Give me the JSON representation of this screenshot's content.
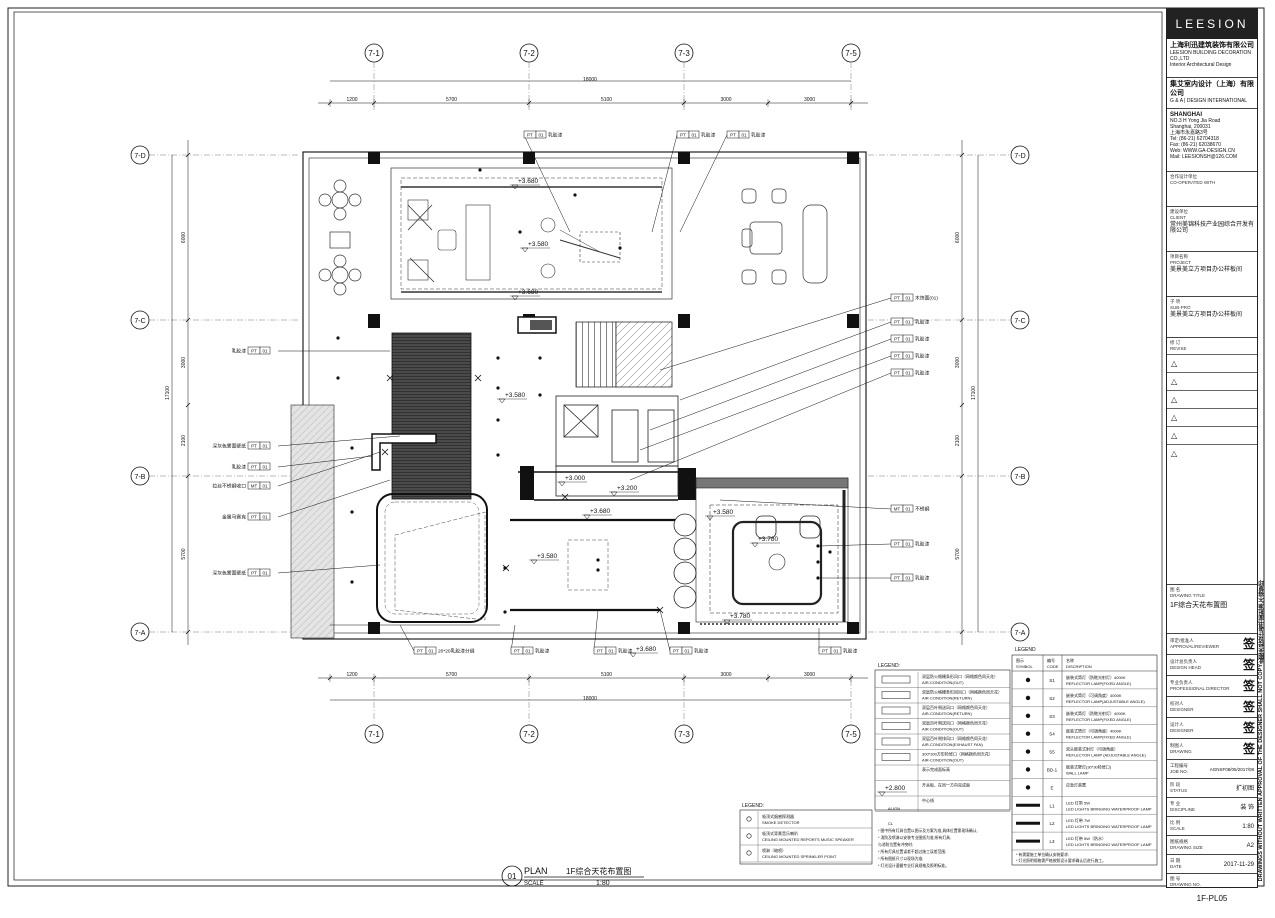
{
  "drawing": {
    "title_en": "PLAN",
    "title_cn": "1F综合天花布置图",
    "scale_label": "SCALE",
    "scale": "1:80",
    "number": "01"
  },
  "grid": {
    "columns": [
      "7-1",
      "7-2",
      "7-3",
      "7-5"
    ],
    "rows": [
      "7-D",
      "7-C",
      "7-B",
      "7-A"
    ],
    "top_dims": [
      "1200",
      "5700",
      "5100",
      "3000",
      "3000"
    ],
    "top_total": "18000",
    "left_dims": [
      "6000",
      "3000",
      "2100",
      "5700"
    ],
    "left_total": "17100"
  },
  "levels": [
    "+3.680",
    "+3.580",
    "+3.680",
    "+3.580",
    "+3.200",
    "+3.000",
    "+3.680",
    "+3.580",
    "+3.780",
    "+3.580",
    "+3.680",
    "+3.780",
    "+2.800"
  ],
  "tags": {
    "top": [
      "乳胶漆",
      "乳胶漆",
      "乳胶漆"
    ],
    "right": [
      "木饰面(01)",
      "乳胶漆",
      "乳胶漆",
      "乳胶漆",
      "乳胶漆",
      "不锈钢",
      "乳胶漆",
      "乳胶漆"
    ],
    "left": [
      "乳胶漆",
      "深灰色雾面壁纸",
      "乳胶漆",
      "拉丝不锈钢收口",
      "金属马赛克",
      "深灰色雾面壁纸"
    ],
    "bottom": [
      "20*20乳胶漆分缝",
      "乳胶漆",
      "乳胶漆",
      "乳胶漆",
      "乳胶漆"
    ],
    "code_pt": "PT",
    "code_mt": "MT",
    "code_no": "01"
  },
  "legend_left": {
    "title": "LEGEND:",
    "items": [
      {
        "cn": "双层防火格栅条形风口（网格颜色同天花）",
        "en": "AIR-CONDITION(OUT)"
      },
      {
        "cn": "双层防火格栅条形回风口（网格颜色同天花）",
        "en": "AIR-CONDITION(RETURN)"
      },
      {
        "cn": "双层百叶侧送风口（网格颜色同天花）",
        "en": "AIR-CONDITION(RETURN)"
      },
      {
        "cn": "双层百叶侧送风口（网格颜色同天花）",
        "en": "AIR-CONDITION(OUT)"
      },
      {
        "cn": "双层百叶侧排风口（网格颜色同天花）",
        "en": "AIR-CONDITION(EXHAUST FAN)"
      },
      {
        "cn": "300*300方形检修口（网格颜色同天花）",
        "en": "AIR-CONDITION(OUT)"
      },
      {
        "cn": "表示完成面标高",
        "en": ""
      },
      {
        "cn": "开关板、在同一方向完成面",
        "en": ""
      },
      {
        "cn": "中心线",
        "en": ""
      }
    ],
    "marks": [
      "+2.800",
      "ALIGN",
      "CL"
    ]
  },
  "legend_bottom": {
    "title": "LEGEND:",
    "items": [
      {
        "cn": "吸顶式烟感探测器",
        "en": "SMOKE DETECTOR"
      },
      {
        "cn": "吸顶式背景音乐喇叭",
        "en": "CEILING MOUNTED REPORTS MUSIC SPEAKER"
      },
      {
        "cn": "喷淋（暗喷）",
        "en": "CEILING MOUNTED SPRINKLER POINT"
      }
    ],
    "notes": [
      "* 图中所有灯具位置以图示及方案为准,具体位置需现场确认;",
      "* 消防及喷淋以安装专业图纸为准;所有灯具;",
      "  与消防位置有冲突时;",
      "* 所有灯具位置误差不超过施工误差范围;",
      "* 所有图纸尺寸以现场为准;",
      "* 灯光设计遵循专业灯具规格及照明标准。"
    ]
  },
  "legend_right": {
    "title": "LEGEND",
    "headers": [
      {
        "cn": "图示",
        "en": "SYMBOL"
      },
      {
        "cn": "编号",
        "en": "CODE"
      },
      {
        "cn": "名称",
        "en": "DISCRIPTION"
      }
    ],
    "rows": [
      {
        "code": "S1",
        "cn": "嵌装式筒灯（防眩光射灯）4000K",
        "en": "REFLECTOR LAMP(FIXED ANGLE)"
      },
      {
        "code": "S2",
        "cn": "嵌装式筒灯（可调角度）4000K",
        "en": "REFLECTOR LAMP(ADJUSTABLE ANGLE)"
      },
      {
        "code": "S3",
        "cn": "嵌装式筒灯（防眩光射灯）4000K",
        "en": "REFLECTOR LAMP(FIXED ANGLE)"
      },
      {
        "code": "S4",
        "cn": "嵌装式筒灯（可调角度）4000K",
        "en": "REFLECTOR LAMP(FIXED ANGLE)"
      },
      {
        "code": "S5",
        "cn": "双头嵌装式射灯（可调角度）",
        "en": "REFLECTOR LAMP (ADJUSTABLE ANGLE)"
      },
      {
        "code": "BD-1",
        "cn": "嵌装式壁灯(30*30检修口)",
        "en": "WALL LAMP"
      },
      {
        "code": "E",
        "cn": "应急灯装置",
        "en": ""
      },
      {
        "code": "L1",
        "cn": "LED 灯带 5W",
        "en": "LED LIGHTS BRINGING WATERPROOF LAMP"
      },
      {
        "code": "L2",
        "cn": "LED 灯带 7W",
        "en": "LED LIGHTS BRINGING WATERPROOF LAMP"
      },
      {
        "code": "L3",
        "cn": "LED 灯带 5W（防水）",
        "en": "LED LIGHTS BRINGING WATERPROOF LAMP"
      }
    ],
    "notes": [
      "* 有需要施工单位确认安装要求;",
      "* 灯光照明规格需严格按照设计要求确认后进行施工。"
    ]
  },
  "title_block": {
    "logo": "LEESION",
    "company_cn": "上海利迅建筑装饰有限公司",
    "company_en": "LEESION BUILDING DECORATION CO.,LTD",
    "company_sub": "Interior Architectural Design",
    "partner_cn": "集艾室内设计（上海）有限公司",
    "partner_en": "G & A | DESIGN INTERNATIONAL",
    "city": "SHANGHAI",
    "address": [
      "NO.3 H Yong Jia Road",
      "Shanghai, 200031",
      "上海市永嘉路3号",
      "Tel: (86-21) 62704318",
      "Fax: (86-21) 62038670",
      "Web: WWW.GA-DESIGN.CN",
      "Mail: LEESIONSH@126.COM"
    ],
    "cooperated_label": "合作设计单位",
    "cooperated_en": "CO-OPERATED WITH",
    "client_label": "建设单位",
    "client_en": "CLIENT",
    "client": "常州美锦科技产业园综合开发有限公司",
    "project_label": "项目名称",
    "project_en": "PROJECT",
    "project": "美景美立方项目办公样板间",
    "subproject_label": "子 项",
    "subproject_en": "SUB-PRO",
    "subproject": "美景美立方项目办公样板间",
    "revise_label": "修 订",
    "revise_en": "REVISE",
    "drawing_title_label": "图 名",
    "drawing_title_en": "DRAWING TITLE",
    "drawing_title": "1F综合天花布置图",
    "approval_label": "审定/批准人",
    "approval_en": "APPROVAL/REVIEWER",
    "design_head_label": "设计总负责人",
    "design_head_en": "DESIGN HEAD",
    "director_label": "专业负责人",
    "director_en": "PROFESSIONAL DIRECTOR",
    "designer_label": "校对人",
    "designer_en": "DESIGNER",
    "designed_label": "设计人",
    "designed_en": "DESIGNER",
    "drawing_label": "制图人",
    "drawing_en": "DRAWING",
    "job_no_label": "工程编号",
    "job_no_en": "JOB NO.",
    "job_no": "AGNSF08/05/2017/08",
    "status_label": "阶 段",
    "status_en": "STATUS",
    "status": "扩初图",
    "discipline_label": "专 业",
    "discipline_en": "DISCIPLINE",
    "discipline": "装 饰",
    "scale_label": "比 例",
    "scale_en": "SCALE",
    "scale": "1:80",
    "size_label": "图纸规格",
    "size_en": "DRAWING SIZE",
    "size": "A2",
    "date_label": "日 期",
    "date_en": "DATE",
    "date": "2017-11-29",
    "number_label": "图 号",
    "number_en": "DRAWING NO.",
    "number": "1F-PL05"
  },
  "side_notice": {
    "en": "DRAWINGS WITHOUT WRITTEN APPROVAL OF THE DESIGNER SHALL NOT COPY",
    "cn": "此图未经设计者书面批准,不得复印"
  }
}
